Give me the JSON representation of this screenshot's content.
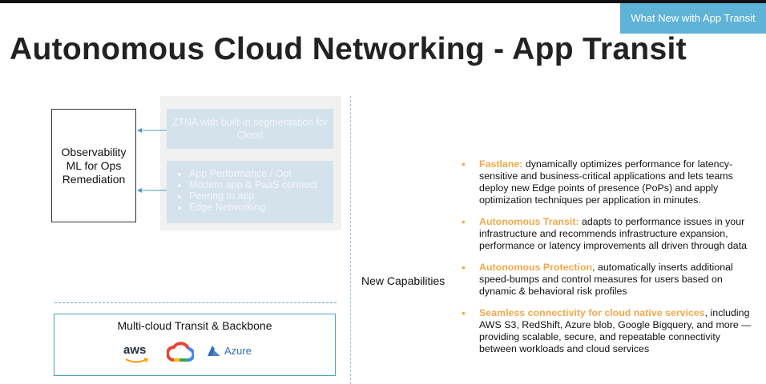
{
  "header": {
    "badge": "What New with App Transit",
    "title": "Autonomous Cloud Networking - App Transit"
  },
  "left": {
    "observability_label": "Observability ML for Ops Remediation",
    "ztna_label": "ZTNA with built-in segmentation for Cloud",
    "list_items": [
      "App Performance / Opt",
      "Modern app & PaaS connect",
      "Peering to app",
      "Edge Networking"
    ],
    "multicloud_label": "Multi-cloud Transit & Backbone",
    "logos": {
      "aws": "aws",
      "azure": "Azure"
    }
  },
  "right": {
    "new_capabilities": "New Capabilities",
    "bullets": [
      {
        "title": "Fastlane:",
        "text": " dynamically optimizes performance for latency-sensitive and business-critical applications and lets teams deploy new Edge points of presence (PoPs) and apply optimization techniques per application in minutes."
      },
      {
        "title": "Autonomous Transit:",
        "text": " adapts to performance issues in your infrastructure and recommends infrastructure expansion, performance or latency improvements all driven through data"
      },
      {
        "title": "Autonomous Protection",
        "text": ", automatically inserts additional speed-bumps and control measures for users based on dynamic & behavioral risk profiles"
      },
      {
        "title": "Seamless connectivity for cloud native services",
        "text": ", including AWS S3, RedShift, Azure blob, Google Bigquery, and more — providing scalable, secure, and repeatable connectivity between workloads and cloud services"
      }
    ]
  },
  "colors": {
    "accent": "#f0a94b",
    "badge_bg": "#5fb3d6",
    "border_blue": "#4d9ec8"
  }
}
